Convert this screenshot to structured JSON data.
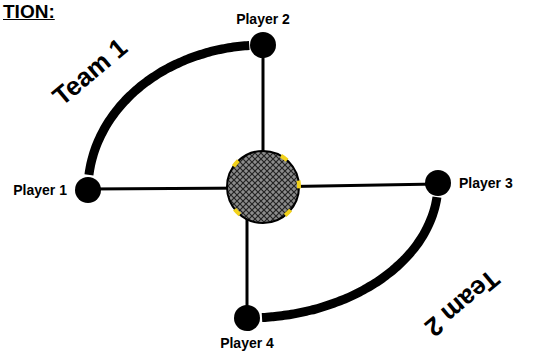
{
  "diagram": {
    "nodes": [
      {
        "text": [
          "Player 2"
        ]
      },
      {
        "text": [
          "Player 1"
        ]
      },
      {
        "text": [
          "Player 3"
        ]
      },
      {
        "text": [
          "Player 4"
        ]
      }
    ],
    "edges": [
      {
        "from": 1,
        "to": 0,
        "arrow": "none",
        "label": "Team 1"
      },
      {
        "from": 2,
        "to": 3,
        "arrow": "none",
        "label": "Team 2"
      }
    ],
    "labels": [
      "TION:"
    ]
  }
}
